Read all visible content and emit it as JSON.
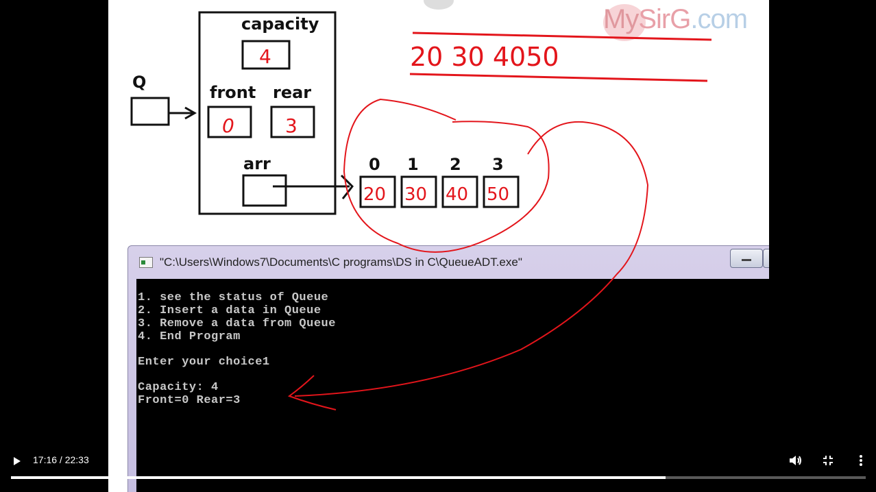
{
  "whiteboard": {
    "watermark": {
      "my": "My",
      "sir": "SirG",
      "dot_com": ".com"
    },
    "labels": {
      "capacity": "capacity",
      "capacity_value": "4",
      "q": "Q",
      "front": "front",
      "rear": "rear",
      "front_value": "0",
      "rear_value": "3",
      "arr": "arr"
    },
    "array_indices": [
      "0",
      "1",
      "2",
      "3"
    ],
    "array_values": [
      "20",
      "30",
      "40",
      "50"
    ],
    "handwritten_list": "20 30 4050"
  },
  "console": {
    "title": "\"C:\\Users\\Windows7\\Documents\\C programs\\DS in C\\QueueADT.exe\"",
    "lines": [
      "1. see the status of Queue",
      "2. Insert a data in Queue",
      "3. Remove a data from Queue",
      "4. End Program",
      "",
      "Enter your choice1",
      "",
      "Capacity: 4",
      "Front=0 Rear=3"
    ]
  },
  "player": {
    "time_display": "17:16 / 22:33",
    "progress": 0.7657,
    "icons": {
      "play": "play-icon",
      "volume": "volume-icon",
      "exit_fullscreen": "exit-fullscreen-icon",
      "more": "more-vert-icon"
    }
  },
  "colors": {
    "annotation_red": "#e3151b",
    "console_text": "#c8c8c8",
    "console_bg": "#000000"
  }
}
